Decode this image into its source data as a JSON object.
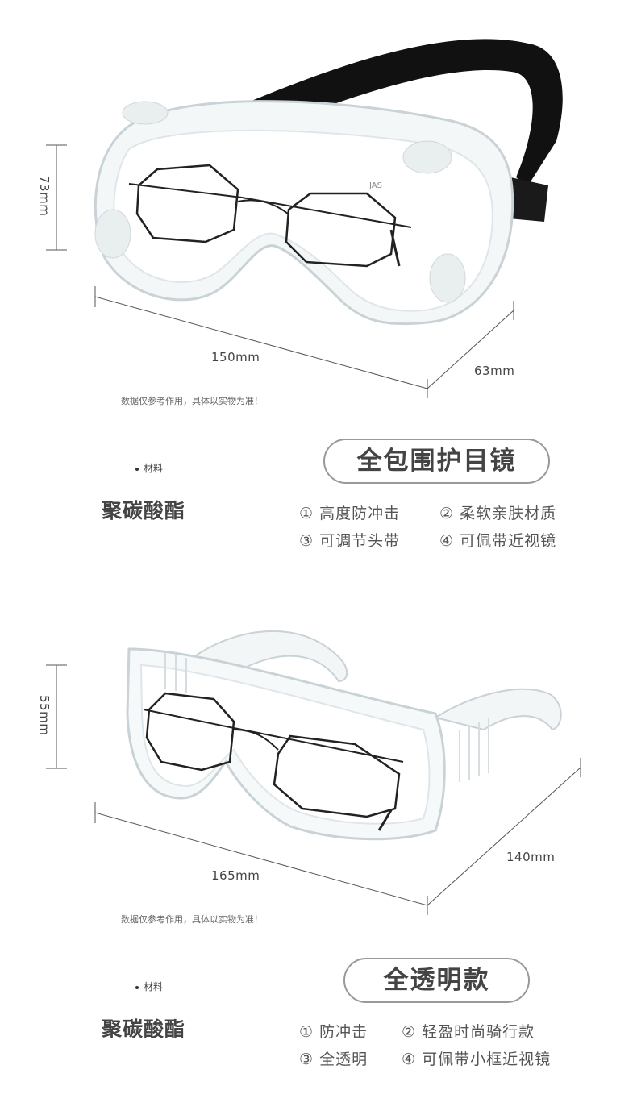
{
  "section1": {
    "height_label": "73mm",
    "width_label": "150mm",
    "depth_label": "63mm",
    "note": "数据仅参考作用，具体以实物为准！",
    "material_caption": "材料",
    "material": "聚碳酸酯",
    "title": "全包围护目镜",
    "features": [
      "① 高度防冲击",
      "② 柔软亲肤材质",
      "③ 可调节头带",
      "④ 可佩带近视镜"
    ],
    "brand_mark": "JAS"
  },
  "section2": {
    "height_label": "55mm",
    "width_label": "165mm",
    "depth_label": "140mm",
    "note": "数据仅参考作用，具体以实物为准！",
    "material_caption": "材料",
    "material": "聚碳酸酯",
    "title": "全透明款",
    "features": [
      "① 防冲击",
      "② 轻盈时尚骑行款",
      "③ 全透明",
      "④ 可佩带小框近视镜"
    ]
  }
}
